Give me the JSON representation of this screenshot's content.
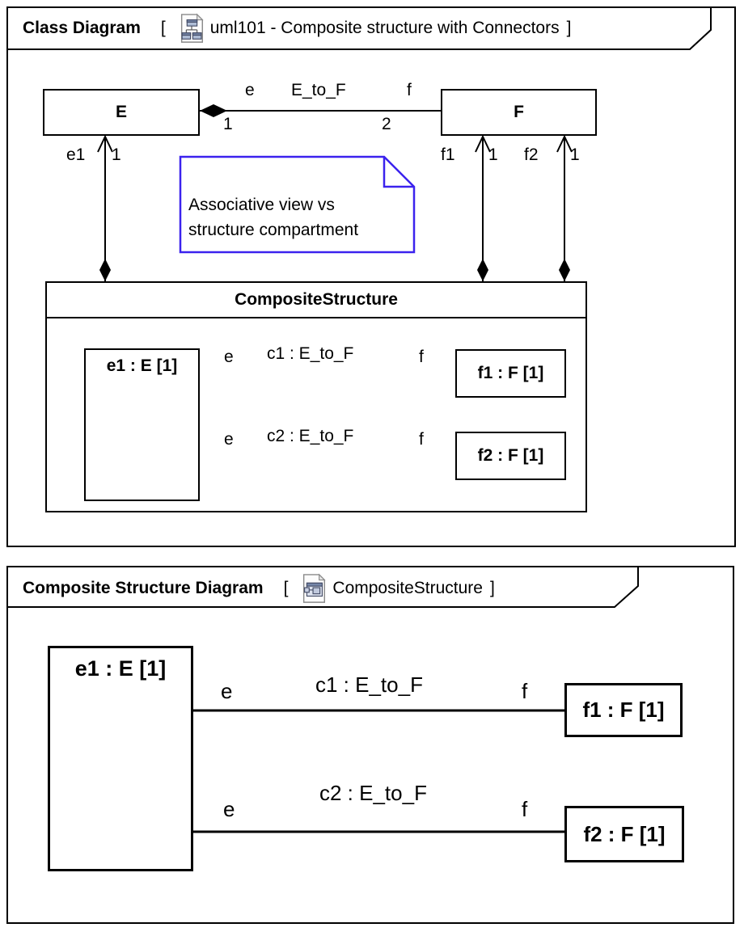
{
  "colors": {
    "line": "#000000",
    "note_border": "#3B22EE",
    "background": "#FFFFFF"
  },
  "frame1": {
    "title": "Class Diagram",
    "bracket_open": "[",
    "bracket_close": "]",
    "diagram_icon": "class-diagram-icon",
    "title_ref": "uml101 - Composite structure with Connectors",
    "class_e": "E",
    "class_f": "F",
    "association_ef": {
      "role_e": "e",
      "name": "E_to_F",
      "role_f": "f",
      "mult_e_end": "1",
      "mult_f_end": "2"
    },
    "composition_e1": {
      "role": "e1",
      "mult": "1"
    },
    "composition_f1": {
      "role": "f1",
      "mult": "1"
    },
    "composition_f2": {
      "role": "f2",
      "mult": "1"
    },
    "note": {
      "lines": [
        "Associative view vs",
        "structure compartment"
      ]
    },
    "composite_structure_class": {
      "title": "CompositeStructure",
      "part_e1": "e1 : E [1]",
      "part_f1": "f1 : F [1]",
      "part_f2": "f2 : F [1]",
      "connector_c1": {
        "role_left": "e",
        "name": "c1 : E_to_F",
        "role_right": "f"
      },
      "connector_c2": {
        "role_left": "e",
        "name": "c2 : E_to_F",
        "role_right": "f"
      }
    }
  },
  "frame2": {
    "title": "Composite Structure Diagram",
    "bracket_open": "[",
    "bracket_close": "]",
    "diagram_icon": "composite-structure-diagram-icon",
    "title_ref": "CompositeStructure",
    "part_e1": "e1 : E [1]",
    "part_f1": "f1 : F [1]",
    "part_f2": "f2 : F [1]",
    "connector_c1": {
      "role_left": "e",
      "name": "c1 : E_to_F",
      "role_right": "f"
    },
    "connector_c2": {
      "role_left": "e",
      "name": "c2 : E_to_F",
      "role_right": "f"
    }
  }
}
